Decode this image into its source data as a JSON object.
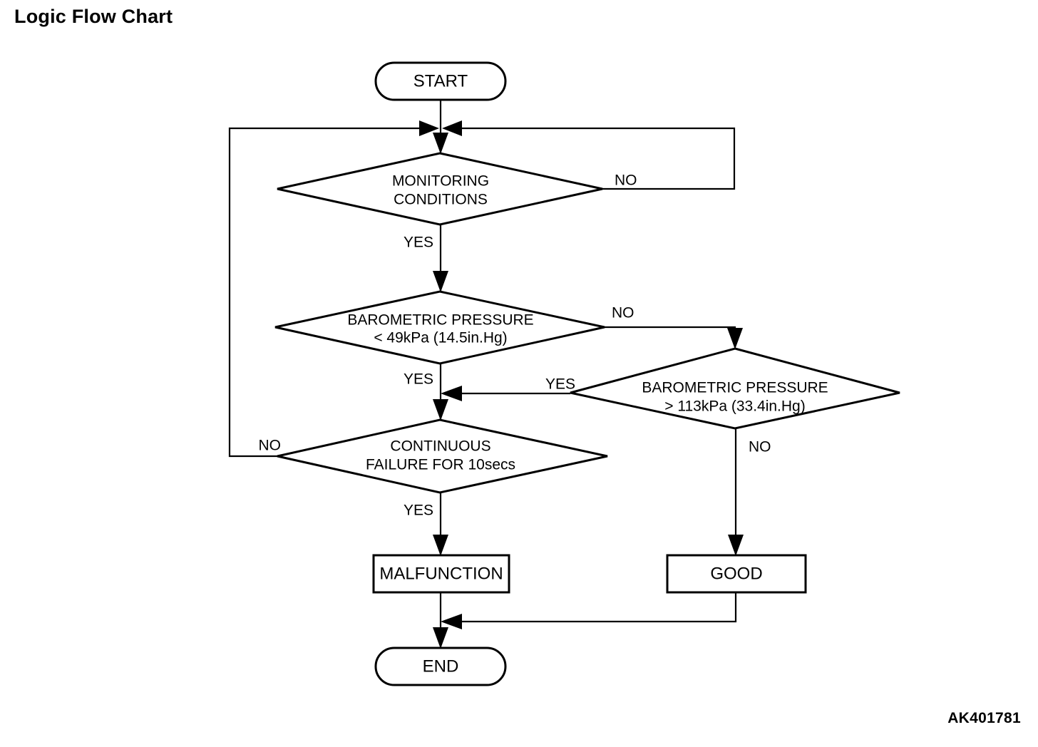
{
  "page": {
    "title": "Logic Flow Chart",
    "figure_id": "AK401781",
    "background_color": "#ffffff",
    "line_color": "#000000"
  },
  "chart_data": {
    "type": "diagram",
    "diagram_kind": "flowchart",
    "title": "Logic Flow Chart",
    "nodes": [
      {
        "id": "start",
        "shape": "terminator",
        "lines": [
          "START"
        ]
      },
      {
        "id": "monitoring",
        "shape": "decision",
        "lines": [
          "MONITORING",
          "CONDITIONS"
        ]
      },
      {
        "id": "press_low",
        "shape": "decision",
        "lines": [
          "BAROMETRIC PRESSURE",
          "< 49kPa (14.5in.Hg)"
        ]
      },
      {
        "id": "press_high",
        "shape": "decision",
        "lines": [
          "BAROMETRIC PRESSURE",
          "> 113kPa (33.4in.Hg)"
        ]
      },
      {
        "id": "cont_fail",
        "shape": "decision",
        "lines": [
          "CONTINUOUS",
          "FAILURE FOR 10secs"
        ]
      },
      {
        "id": "malfunction",
        "shape": "process",
        "lines": [
          "MALFUNCTION"
        ]
      },
      {
        "id": "good",
        "shape": "process",
        "lines": [
          "GOOD"
        ]
      },
      {
        "id": "end",
        "shape": "terminator",
        "lines": [
          "END"
        ]
      }
    ],
    "edges": [
      {
        "from": "start",
        "to": "monitoring",
        "label": ""
      },
      {
        "from": "monitoring",
        "to": "monitoring",
        "label": "NO"
      },
      {
        "from": "monitoring",
        "to": "press_low",
        "label": "YES"
      },
      {
        "from": "press_low",
        "to": "press_high",
        "label": "NO"
      },
      {
        "from": "press_low",
        "to": "cont_fail",
        "label": "YES"
      },
      {
        "from": "press_high",
        "to": "cont_fail",
        "label": "YES"
      },
      {
        "from": "press_high",
        "to": "good",
        "label": "NO"
      },
      {
        "from": "cont_fail",
        "to": "monitoring",
        "label": "NO"
      },
      {
        "from": "cont_fail",
        "to": "malfunction",
        "label": "YES"
      },
      {
        "from": "malfunction",
        "to": "end",
        "label": ""
      },
      {
        "from": "good",
        "to": "end",
        "label": ""
      }
    ]
  },
  "nodes": {
    "start": {
      "text": "START"
    },
    "monitoring": {
      "line1": "MONITORING",
      "line2": "CONDITIONS"
    },
    "press_low": {
      "line1": "BAROMETRIC PRESSURE",
      "line2": "< 49kPa (14.5in.Hg)"
    },
    "press_high": {
      "line1": "BAROMETRIC PRESSURE",
      "line2": "> 113kPa (33.4in.Hg)"
    },
    "cont_fail": {
      "line1": "CONTINUOUS",
      "line2": "FAILURE FOR 10secs"
    },
    "malfunction": {
      "text": "MALFUNCTION"
    },
    "good": {
      "text": "GOOD"
    },
    "end": {
      "text": "END"
    }
  },
  "labels": {
    "monitoring_no": "NO",
    "monitoring_yes": "YES",
    "press_low_no": "NO",
    "press_low_yes": "YES",
    "press_high_yes": "YES",
    "press_high_no": "NO",
    "cont_fail_no": "NO",
    "cont_fail_yes": "YES"
  }
}
